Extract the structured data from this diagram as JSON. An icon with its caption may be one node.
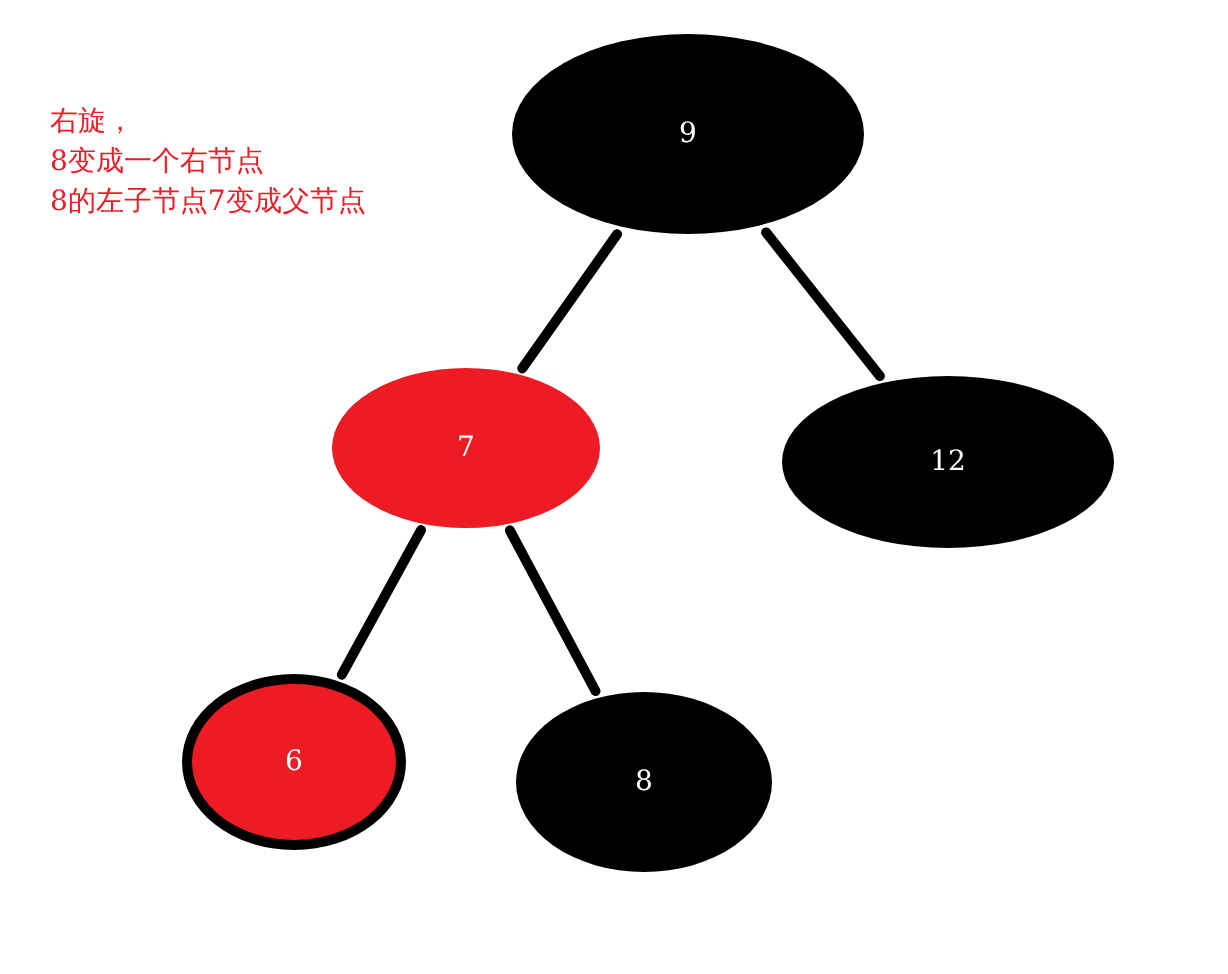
{
  "diagram": {
    "nodes": [
      {
        "text": [
          "9"
        ]
      },
      {
        "text": [
          "7"
        ]
      },
      {
        "text": [
          "12"
        ]
      },
      {
        "text": [
          "6"
        ]
      },
      {
        "text": [
          "8"
        ]
      }
    ],
    "edges": [
      {
        "from": 0,
        "to": 1,
        "arrow": "none"
      },
      {
        "from": 0,
        "to": 2,
        "arrow": "none"
      },
      {
        "from": 1,
        "to": 3,
        "arrow": "none"
      },
      {
        "from": 1,
        "to": 4,
        "arrow": "none"
      }
    ],
    "labels": [
      "右旋，",
      "8变成一个右节点",
      "8的左子节点7变成父节点"
    ]
  }
}
